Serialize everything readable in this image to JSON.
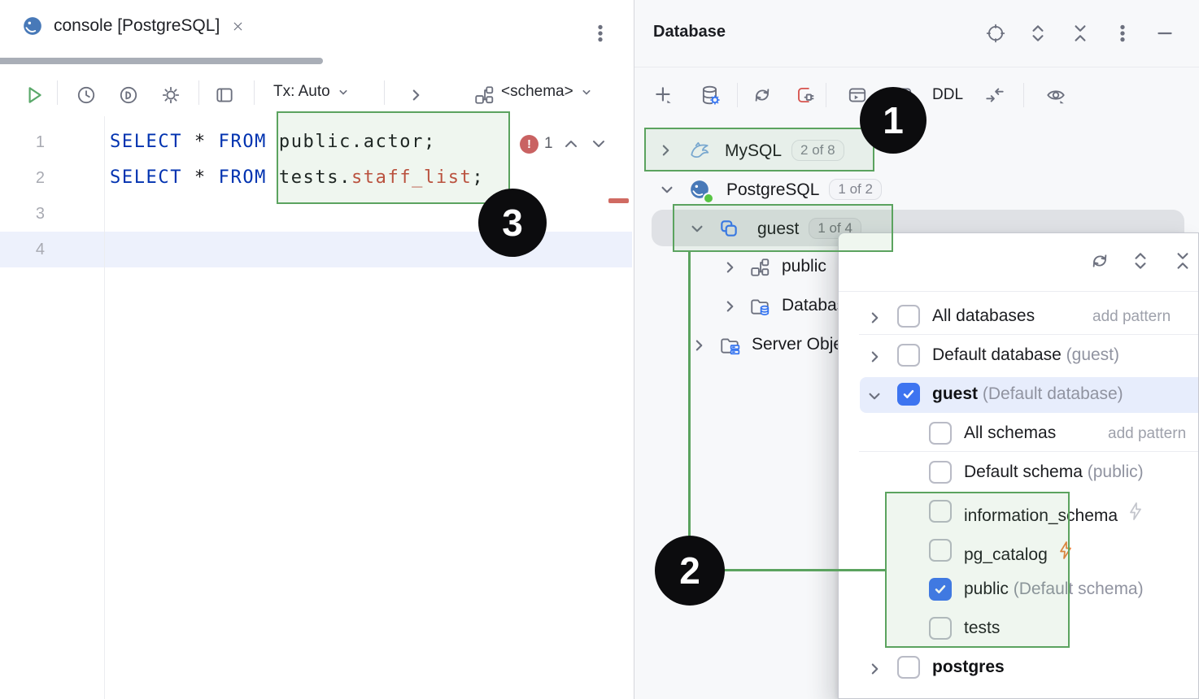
{
  "tab": {
    "title": "console [PostgreSQL]"
  },
  "toolbar": {
    "tx": "Tx: Auto",
    "schema": "<schema>"
  },
  "editor": {
    "gutter": [
      "1",
      "2",
      "3",
      "4"
    ],
    "line1": {
      "kw1": "SELECT",
      "op": " * ",
      "kw2": "FROM",
      "rest": " public.actor;"
    },
    "line2": {
      "kw1": "SELECT",
      "op": " * ",
      "kw2": "FROM",
      "pre": " tests.",
      "err": "staff_list",
      "post": ";"
    },
    "error_count": "1"
  },
  "db": {
    "title": "Database",
    "toolbar": {
      "ddl": "DDL"
    },
    "tree": {
      "mysql": {
        "label": "MySQL",
        "badge": "2 of 8"
      },
      "postgresql": {
        "label": "PostgreSQL",
        "badge": "1 of 2"
      },
      "guest": {
        "label": "guest",
        "badge": "1 of 4"
      },
      "public": {
        "label": "public"
      },
      "database_objects": {
        "label": "Database Objects"
      },
      "server_objects": {
        "label": "Server Objects"
      }
    }
  },
  "popup": {
    "rows": [
      {
        "label": "All databases",
        "trailing": "add pattern"
      },
      {
        "label": "Default database",
        "suffix": "(guest)"
      },
      {
        "label": "guest",
        "suffix": "(Default database)"
      },
      {
        "label": "All schemas",
        "trailing": "add pattern"
      },
      {
        "label": "Default schema",
        "suffix": "(public)"
      },
      {
        "label": "information_schema"
      },
      {
        "label": "pg_catalog"
      },
      {
        "label": "public",
        "suffix": "(Default schema)"
      },
      {
        "label": "tests"
      },
      {
        "label": "postgres"
      }
    ]
  },
  "annotations": {
    "one": "1",
    "two": "2",
    "three": "3"
  }
}
